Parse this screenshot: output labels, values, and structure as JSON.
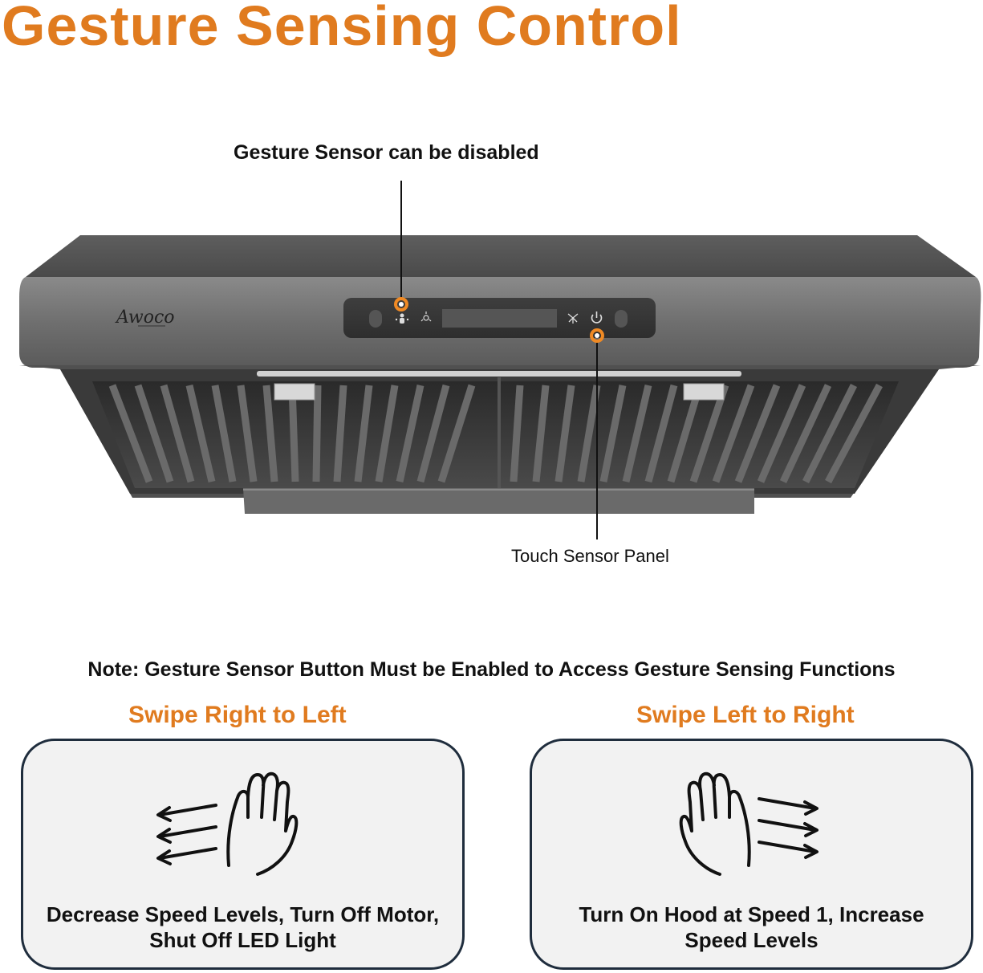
{
  "title": "Gesture Sensing Control",
  "callouts": {
    "gesture_sensor": "Gesture Sensor can be disabled",
    "touch_panel": "Touch Sensor Panel"
  },
  "product": {
    "brand_logo": "Awoco"
  },
  "note": "Note: Gesture Sensor Button Must be Enabled to Access Gesture Sensing Functions",
  "gestures": [
    {
      "heading": "Swipe Right to Left",
      "description_line1": "Decrease Speed Levels, Turn Off Motor,",
      "description_line2": "Shut Off LED Light",
      "icon": "hand-swipe-left-icon"
    },
    {
      "heading": "Swipe Left to Right",
      "description_line1": "Turn On Hood at Speed 1, Increase",
      "description_line2": "Speed Levels",
      "icon": "hand-swipe-right-icon"
    }
  ],
  "colors": {
    "accent": "#e07b1f",
    "card_border": "#1f2d3d",
    "card_bg": "#f2f2f2",
    "marker": "#f08a24"
  }
}
